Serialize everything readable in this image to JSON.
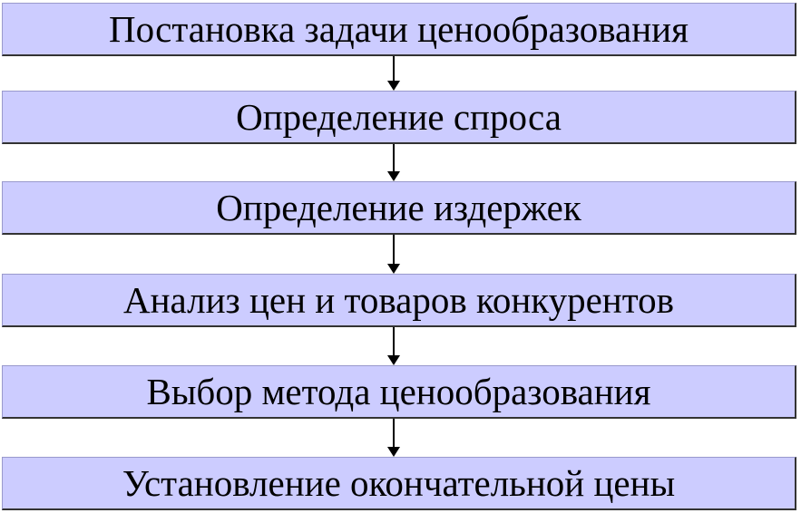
{
  "diagram": {
    "steps": [
      {
        "label": "Постановка задачи ценообразования"
      },
      {
        "label": "Определение спроса"
      },
      {
        "label": "Определение издержек"
      },
      {
        "label": "Анализ цен и товаров конкурентов"
      },
      {
        "label": "Выбор метода ценообразования"
      },
      {
        "label": "Установление окончательной цены"
      }
    ],
    "colors": {
      "box_fill": "#ccccff",
      "box_shadow": "#333333",
      "text": "#000000",
      "arrow": "#000000"
    }
  }
}
